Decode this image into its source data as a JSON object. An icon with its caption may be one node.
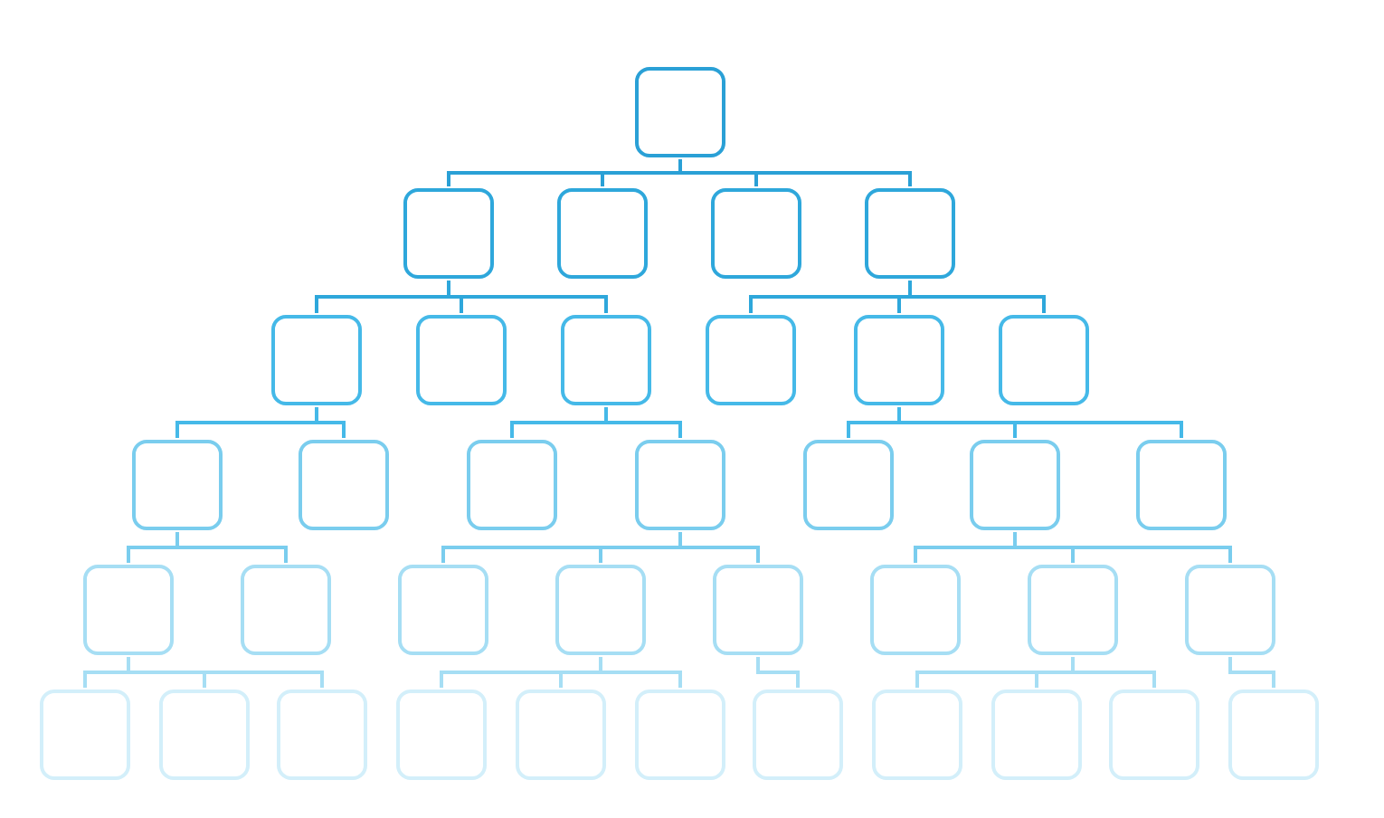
{
  "diagram": {
    "nodes": [
      {
        "text": [],
        "shape": "box"
      },
      {
        "text": [],
        "shape": "box"
      },
      {
        "text": [],
        "shape": "box"
      },
      {
        "text": [],
        "shape": "box"
      },
      {
        "text": [],
        "shape": "box"
      },
      {
        "text": [],
        "shape": "box"
      },
      {
        "text": [],
        "shape": "box"
      },
      {
        "text": [],
        "shape": "box"
      },
      {
        "text": [],
        "shape": "box"
      },
      {
        "text": [],
        "shape": "box"
      },
      {
        "text": [],
        "shape": "box"
      },
      {
        "text": [],
        "shape": "box"
      },
      {
        "text": [],
        "shape": "box"
      },
      {
        "text": [],
        "shape": "box"
      },
      {
        "text": [],
        "shape": "box"
      },
      {
        "text": [],
        "shape": "box"
      },
      {
        "text": [],
        "shape": "box"
      },
      {
        "text": [],
        "shape": "box"
      },
      {
        "text": [],
        "shape": "box"
      },
      {
        "text": [],
        "shape": "box"
      },
      {
        "text": [],
        "shape": "box"
      },
      {
        "text": [],
        "shape": "box"
      },
      {
        "text": [],
        "shape": "box"
      },
      {
        "text": [],
        "shape": "box"
      },
      {
        "text": [],
        "shape": "box"
      },
      {
        "text": [],
        "shape": "box"
      },
      {
        "text": [],
        "shape": "box"
      },
      {
        "text": [],
        "shape": "box"
      },
      {
        "text": [],
        "shape": "box"
      },
      {
        "text": [],
        "shape": "box"
      },
      {
        "text": [],
        "shape": "box"
      },
      {
        "text": [],
        "shape": "box"
      },
      {
        "text": [],
        "shape": "box"
      },
      {
        "text": [],
        "shape": "box"
      },
      {
        "text": [],
        "shape": "box"
      },
      {
        "text": [],
        "shape": "box"
      },
      {
        "text": [],
        "shape": "box"
      }
    ],
    "edges": [
      {
        "from": 0,
        "to": 1,
        "arrow": "none",
        "color": "#2aa0d6"
      },
      {
        "from": 0,
        "to": 2,
        "arrow": "none",
        "color": "#2aa0d6"
      },
      {
        "from": 0,
        "to": 3,
        "arrow": "none",
        "color": "#2aa0d6"
      },
      {
        "from": 0,
        "to": 4,
        "arrow": "none",
        "color": "#2aa0d6"
      },
      {
        "from": 1,
        "to": 5,
        "arrow": "none",
        "color": "#2ea7db"
      },
      {
        "from": 1,
        "to": 6,
        "arrow": "none",
        "color": "#2ea7db"
      },
      {
        "from": 1,
        "to": 7,
        "arrow": "none",
        "color": "#2ea7db"
      },
      {
        "from": 4,
        "to": 8,
        "arrow": "none",
        "color": "#2ea7db"
      },
      {
        "from": 4,
        "to": 9,
        "arrow": "none",
        "color": "#2ea7db"
      },
      {
        "from": 4,
        "to": 10,
        "arrow": "none",
        "color": "#2ea7db"
      },
      {
        "from": 5,
        "to": 11,
        "arrow": "none",
        "color": "#45b9e8"
      },
      {
        "from": 5,
        "to": 12,
        "arrow": "none",
        "color": "#45b9e8"
      },
      {
        "from": 7,
        "to": 13,
        "arrow": "none",
        "color": "#45b9e8"
      },
      {
        "from": 7,
        "to": 14,
        "arrow": "none",
        "color": "#45b9e8"
      },
      {
        "from": 9,
        "to": 15,
        "arrow": "none",
        "color": "#45b9e8"
      },
      {
        "from": 9,
        "to": 16,
        "arrow": "none",
        "color": "#45b9e8"
      },
      {
        "from": 9,
        "to": 17,
        "arrow": "none",
        "color": "#45b9e8"
      },
      {
        "from": 11,
        "to": 18,
        "arrow": "none",
        "color": "#7acdee"
      },
      {
        "from": 11,
        "to": 19,
        "arrow": "none",
        "color": "#7acdee"
      },
      {
        "from": 14,
        "to": 20,
        "arrow": "none",
        "color": "#7acdee"
      },
      {
        "from": 14,
        "to": 21,
        "arrow": "none",
        "color": "#7acdee"
      },
      {
        "from": 14,
        "to": 22,
        "arrow": "none",
        "color": "#7acdee"
      },
      {
        "from": 16,
        "to": 23,
        "arrow": "none",
        "color": "#7acdee"
      },
      {
        "from": 16,
        "to": 24,
        "arrow": "none",
        "color": "#7acdee"
      },
      {
        "from": 16,
        "to": 25,
        "arrow": "none",
        "color": "#7acdee"
      },
      {
        "from": 18,
        "to": 26,
        "arrow": "none",
        "color": "#a6def4"
      },
      {
        "from": 18,
        "to": 27,
        "arrow": "none",
        "color": "#a6def4"
      },
      {
        "from": 18,
        "to": 28,
        "arrow": "none",
        "color": "#a6def4"
      },
      {
        "from": 21,
        "to": 29,
        "arrow": "none",
        "color": "#a6def4"
      },
      {
        "from": 21,
        "to": 30,
        "arrow": "none",
        "color": "#a6def4"
      },
      {
        "from": 21,
        "to": 31,
        "arrow": "none",
        "color": "#a6def4"
      },
      {
        "from": 22,
        "to": 32,
        "arrow": "none",
        "color": "#a6def4"
      },
      {
        "from": 24,
        "to": 33,
        "arrow": "none",
        "color": "#a6def4"
      },
      {
        "from": 24,
        "to": 34,
        "arrow": "none",
        "color": "#a6def4"
      },
      {
        "from": 24,
        "to": 35,
        "arrow": "none",
        "color": "#a6def4"
      },
      {
        "from": 25,
        "to": 36,
        "arrow": "none",
        "color": "#a6def4"
      }
    ]
  }
}
